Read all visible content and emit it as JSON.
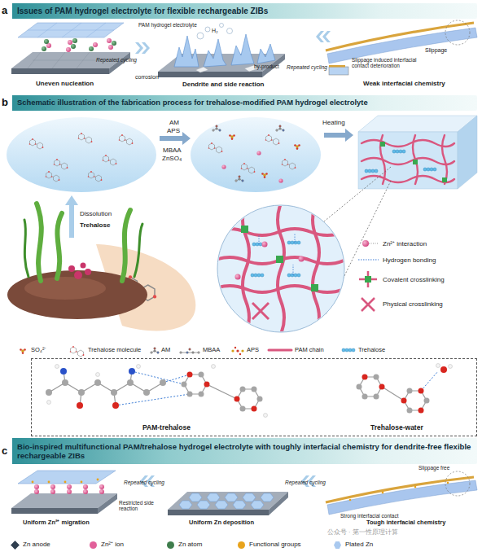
{
  "diagram": {
    "nodes": [
      {
        "text": [
          "a",
          "Issues of PAM hydrogel electrolyte for flexible rechargeable ZIBs"
        ]
      },
      {
        "text": [
          "b",
          "Schematic illustration of the fabrication process for trehalose-modified PAM hydrogel electrolyte"
        ]
      },
      {
        "text": [
          "PAM-trehalose",
          "Trehalose-water"
        ]
      },
      {
        "text": [
          "c",
          "Bio-inspired multifunctional PAM/trehalose hydrogel electrolyte with toughly interfacial chemistry for dendrite-free flexible rechargeable ZIBs"
        ]
      }
    ],
    "labels": [
      "PAM hydrogel electrolyte",
      "H₂",
      "Repeated cycling",
      "corrosion",
      "by-product",
      "Repeated cycling",
      "Slippage",
      "Slippage induced interfacial contact deterioration",
      "Uneven nucleation",
      "Dendrite and side reaction",
      "Weak interfacial chemistry",
      "AM",
      "APS",
      "MBAA",
      "ZnSO₄",
      "Heating",
      "Dissolution",
      "Trehalose",
      "Uniform Zn²⁺ migration",
      "Restricted side reaction",
      "Repeated cycling",
      "Uniform Zn deposition",
      "Repeated cycling",
      "Strong interfacial contact",
      "Slippage free",
      "Tough interfacial chemistry",
      "公众号 · 第一性原理计算"
    ],
    "legend": [
      {
        "text": "Zn²⁺ interaction"
      },
      {
        "text": "Hydrogen bonding"
      },
      {
        "text": "Covalent crosslinking"
      },
      {
        "text": "Physical crosslinking"
      },
      {
        "text": "SO₄²⁻"
      },
      {
        "text": "Trehalose molecule"
      },
      {
        "text": "AM"
      },
      {
        "text": "MBAA"
      },
      {
        "text": "APS"
      },
      {
        "text": "PAM chain"
      },
      {
        "text": "Trehalose"
      },
      {
        "text": "Zn anode",
        "color": "#2f3e4f"
      },
      {
        "text": "Zn²⁺ ion",
        "color": "#e2609a"
      },
      {
        "text": "Zn atom",
        "color": "#3f7d4c"
      },
      {
        "text": "Functional groups",
        "color": "#e8a31c"
      },
      {
        "text": "Plated Zn",
        "color": "#a9c9ef"
      }
    ]
  }
}
